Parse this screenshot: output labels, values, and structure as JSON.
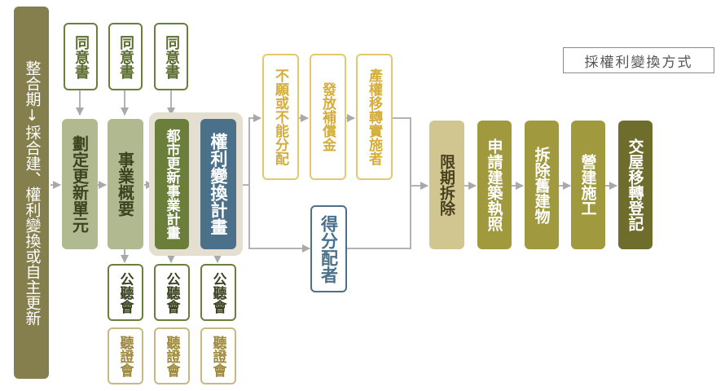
{
  "method_tag": "採權利變換方式",
  "left_bar": {
    "text": "整合期↓採合建、權利變換或自主更新",
    "color": "#857f4d"
  },
  "consent": [
    "同意書",
    "同意書",
    "同意書"
  ],
  "steps": {
    "delineate": "劃定更新單元",
    "business_overview": "事業概要",
    "urban_renewal_plan": "都市更新事業計畫",
    "rights_plan": "權利變換計畫"
  },
  "public_hearing": [
    "公聽會",
    "公聽會",
    "公聽會"
  ],
  "hearing": [
    "聽證會",
    "聽證會",
    "聽證會"
  ],
  "branches": {
    "unwilling": "不願或不能分配",
    "compensation": "發放補償金",
    "property_transfer": "產權移轉實施者",
    "allocated": "得分配者"
  },
  "final_steps": [
    "限期拆除",
    "申請建築執照",
    "拆除舊建物",
    "營建施工",
    "交屋移轉登記"
  ],
  "colors": {
    "olive_green": "#b1b990",
    "dark_green": "#6b7f3a",
    "teal": "#4a7189",
    "pale_gold": "#d1c690",
    "gold": "#e2c96e",
    "olive": "#a0993e",
    "dark_olive": "#6f6d2c",
    "tan": "#c8b882"
  }
}
